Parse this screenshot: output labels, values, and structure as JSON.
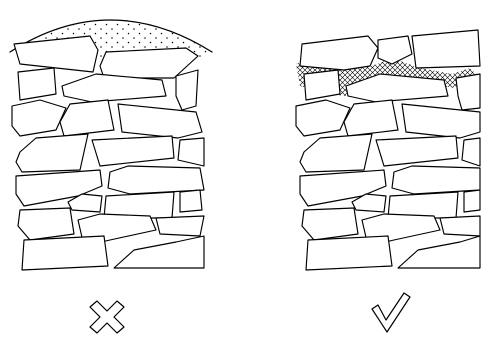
{
  "figure": {
    "panels": [
      {
        "id": "wrong",
        "verdict": "incorrect",
        "marker_icon": "cross-mark-icon",
        "cap_fill": "stippled",
        "cap_shape": "dome"
      },
      {
        "id": "right",
        "verdict": "correct",
        "marker_icon": "check-mark-icon",
        "cap_fill": "cross-hatched",
        "cap_shape": "flat infill between stones"
      }
    ],
    "colors": {
      "stroke": "#000000",
      "background": "#ffffff",
      "stone_fill": "#ffffff"
    }
  }
}
